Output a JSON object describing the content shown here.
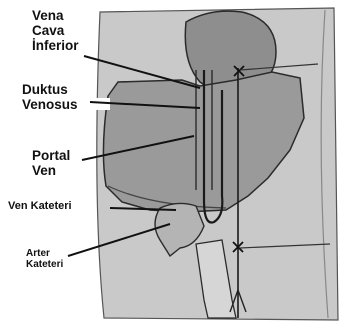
{
  "labels": {
    "vena_cava_inferior": [
      "Vena",
      "Cava",
      "İnferior"
    ],
    "duktus_venosus": [
      "Duktus",
      "Venosus"
    ],
    "portal_ven": [
      "Portal",
      "Ven"
    ],
    "ven_kateteri": "Ven Kateteri",
    "arter_kateteri": [
      "Arter",
      "Kateteri"
    ]
  },
  "colors": {
    "organ_fill": "#8e8e8e",
    "background_tissue": "#c9c9c9",
    "outline": "#2b2b2b",
    "catheter": "#1a1a1a"
  }
}
